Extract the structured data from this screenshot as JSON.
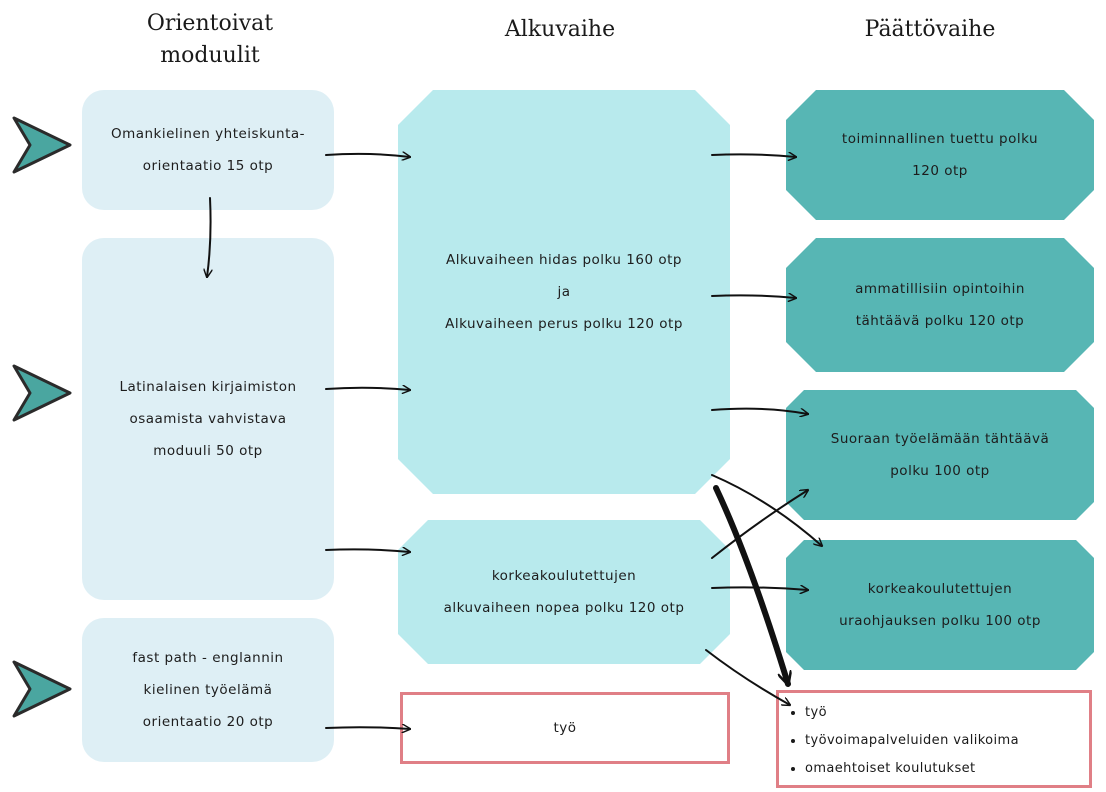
{
  "headers": {
    "orienting": "Orientoivat\nmoduulit",
    "initial": "Alkuvaihe",
    "final": "Päättövaihe"
  },
  "orienting": {
    "native_language": "Omankielinen yhteiskunta-\norientaatio 15 otp",
    "latin_alphabet": "Latinalaisen kirjaimiston\nosaamista vahvistava\nmoduuli  50 otp",
    "fast_path": "fast path - englannin\nkielinen työelämä\norientaatio 20 otp"
  },
  "initial": {
    "slow_basic": "Alkuvaiheen hidas polku 160 otp\nja\nAlkuvaiheen perus polku 120 otp",
    "fast_graduates": "korkeakoulutettujen\nalkuvaiheen nopea polku 120 otp",
    "work": "työ"
  },
  "final": {
    "functional": "toiminnallinen tuettu polku\n120 otp",
    "vocational": "ammatillisiin opintoihin\ntähtäävä polku 120 otp",
    "working_life": "Suoraan työelämään tähtäävä\npolku 100 otp",
    "career": "korkeakoulutettujen\nuraohjauksen polku 100 otp"
  },
  "outcomes": [
    "työ",
    "työvoimapalveluiden valikoima",
    "omaehtoiset koulutukset"
  ],
  "colors": {
    "light_blue": "#deeff5",
    "cyan": "#b8eaed",
    "teal": "#57b6b4",
    "pink_border": "#e07f86",
    "chevron_fill": "#4aa6a0"
  }
}
